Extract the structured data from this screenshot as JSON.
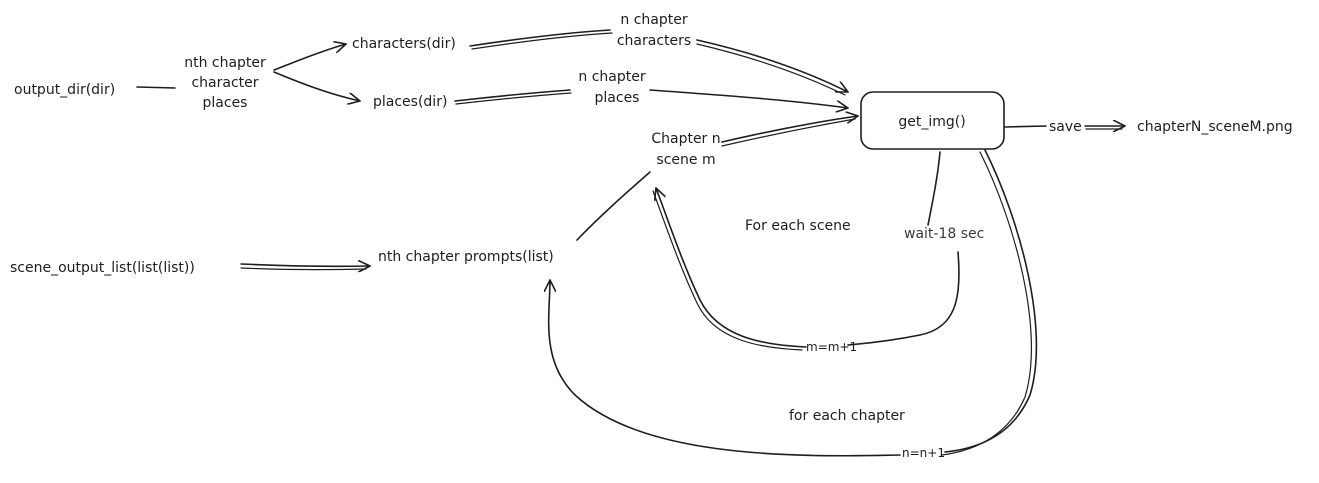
{
  "nodes": {
    "output_dir": "output_dir(dir)",
    "nth_chapter_line1": "nth chapter",
    "nth_chapter_line2": "character",
    "nth_chapter_line3": "places",
    "characters_dir": "characters(dir)",
    "places_dir": "places(dir)",
    "n_chapter_characters_line1": "n chapter",
    "n_chapter_characters_line2": "characters",
    "n_chapter_places_line1": "n chapter",
    "n_chapter_places_line2": "places",
    "chapter_scene_line1": "Chapter n",
    "chapter_scene_line2": "scene m",
    "get_img": "get_img()",
    "save": "save",
    "output_file": "chapterN_sceneM.png",
    "scene_output_list": "scene_output_list(list(list))",
    "nth_chapter_prompts": "nth chapter prompts(list)",
    "wait": "wait-18 sec",
    "m_increment": "m=m+1",
    "n_increment": "n=n+1"
  },
  "annotations": {
    "for_each_scene": "For each scene",
    "for_each_chapter": "for each chapter"
  },
  "colors": {
    "stroke": "#1e1e1e",
    "background": "#ffffff"
  }
}
